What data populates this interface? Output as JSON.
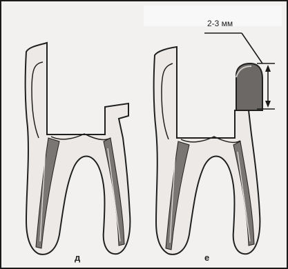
{
  "figure": {
    "panels": [
      {
        "label": "д"
      },
      {
        "label": "е"
      }
    ],
    "dimension_label": "2-3 мм"
  },
  "colors": {
    "outline": "#1f1f1f",
    "tooth_fill": "#ece9e6",
    "canal_fill": "#7a7673",
    "filling": "#6b6866",
    "paper": "#f2f1ef"
  }
}
